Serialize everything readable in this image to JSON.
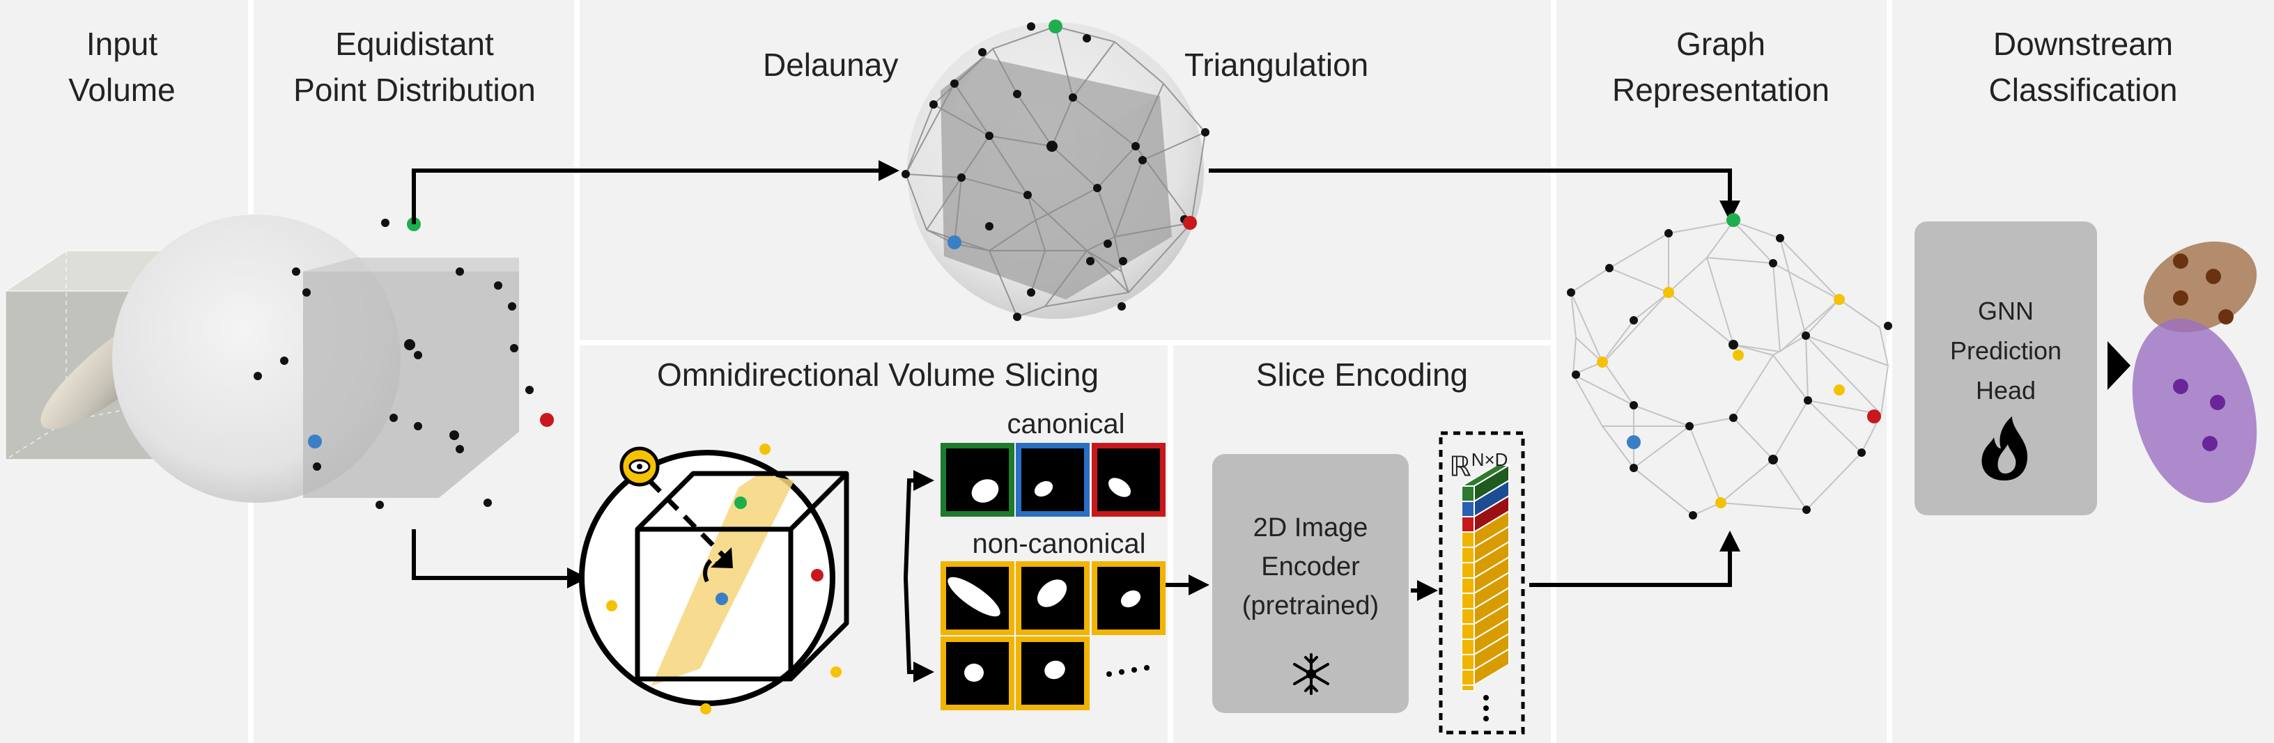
{
  "stages": {
    "input": {
      "line1": "Input",
      "line2": "Volume"
    },
    "points": {
      "line1": "Equidistant",
      "line2": "Point Distribution"
    },
    "delaunay": {
      "left": "Delaunay",
      "right": "Triangulation"
    },
    "slicing": {
      "title": "Omnidirectional Volume Slicing",
      "canonical": "canonical",
      "noncanonical": "non-canonical"
    },
    "encoding": {
      "title": "Slice Encoding",
      "encoder_l1": "2D Image",
      "encoder_l2": "Encoder",
      "encoder_l3": "(pretrained)",
      "embedding_symbol": "ℝ",
      "embedding_dims": "N×D"
    },
    "graph": {
      "line1": "Graph",
      "line2": "Representation"
    },
    "downstream": {
      "line1": "Downstream",
      "line2": "Classification",
      "head_l1": "GNN",
      "head_l2": "Prediction",
      "head_l3": "Head"
    }
  },
  "icons": {
    "encoder": "snowflake-icon",
    "head": "flame-icon",
    "viewpoint": "eye-icon"
  },
  "colors": {
    "background": "#f2f2f2",
    "divider": "#ffffff",
    "green": "#1fae4e",
    "blue": "#3a7fc6",
    "red": "#c8181c",
    "yellow": "#f5c200",
    "box": "#bdbdbd",
    "cluster_brown": "#a77a55",
    "cluster_purple": "#9b6fc2"
  }
}
